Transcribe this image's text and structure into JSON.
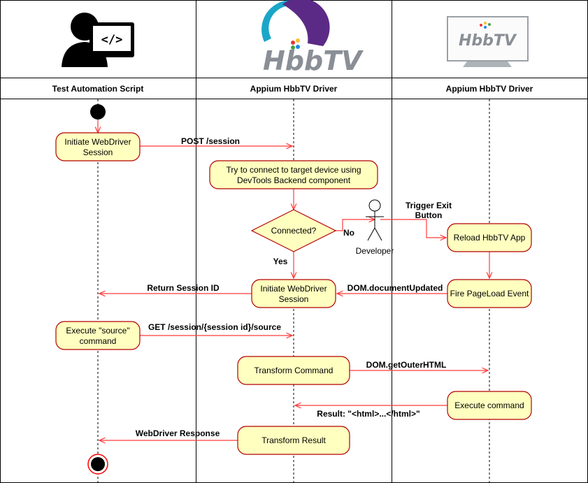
{
  "lanes": [
    {
      "id": "script",
      "title": "Test Automation Script",
      "icon": "developer-laptop-icon"
    },
    {
      "id": "driver",
      "title": "Appium HbbTV Driver",
      "icon": "hbbtv-logo",
      "logo_text": "HbbTV"
    },
    {
      "id": "device",
      "title": "Appium HbbTV Driver",
      "icon": "hbbtv-tv-icon",
      "logo_text": "HbbTV"
    }
  ],
  "nodes": {
    "initiate_webdriver": {
      "lines": [
        "Initiate WebDriver",
        "Session"
      ]
    },
    "try_connect": {
      "lines": [
        "Try to connect to target device using",
        "DevTools Backend component"
      ]
    },
    "connected": {
      "lines": [
        "Connected?"
      ]
    },
    "reload_app": {
      "lines": [
        "Reload HbbTV App"
      ]
    },
    "initiate_session_driver": {
      "lines": [
        "Initiate WebDriver",
        "Session"
      ]
    },
    "fire_pageload": {
      "lines": [
        "Fire PageLoad Event"
      ]
    },
    "execute_source": {
      "lines": [
        "Execute \"source\"",
        "command"
      ]
    },
    "transform_command": {
      "lines": [
        "Transform Command"
      ]
    },
    "execute_command": {
      "lines": [
        "Execute command"
      ]
    },
    "transform_result": {
      "lines": [
        "Transform Result"
      ]
    }
  },
  "actor": {
    "label": "Developer"
  },
  "messages": {
    "post_session": [
      "POST /session"
    ],
    "no_branch": [
      "No"
    ],
    "yes_branch": [
      "Yes"
    ],
    "trigger_exit": [
      "Trigger Exit",
      "Button"
    ],
    "return_session_id": [
      "Return Session ID"
    ],
    "dom_document_updated": [
      "DOM.documentUpdated"
    ],
    "get_source": [
      "GET /session/{session id}/source"
    ],
    "dom_get_outer_html": [
      "DOM.getOuterHTML"
    ],
    "result_html": [
      "Result: \"<html>...</html>\""
    ],
    "webdriver_response": [
      "WebDriver Response"
    ]
  },
  "colors": {
    "node_fill": "#ffffc0",
    "node_stroke": "#b20000",
    "edge": "#ff3b3b",
    "logo_teal": "#1aa6c8",
    "logo_purple": "#5b2a86",
    "logo_text": "#8a8f96"
  }
}
